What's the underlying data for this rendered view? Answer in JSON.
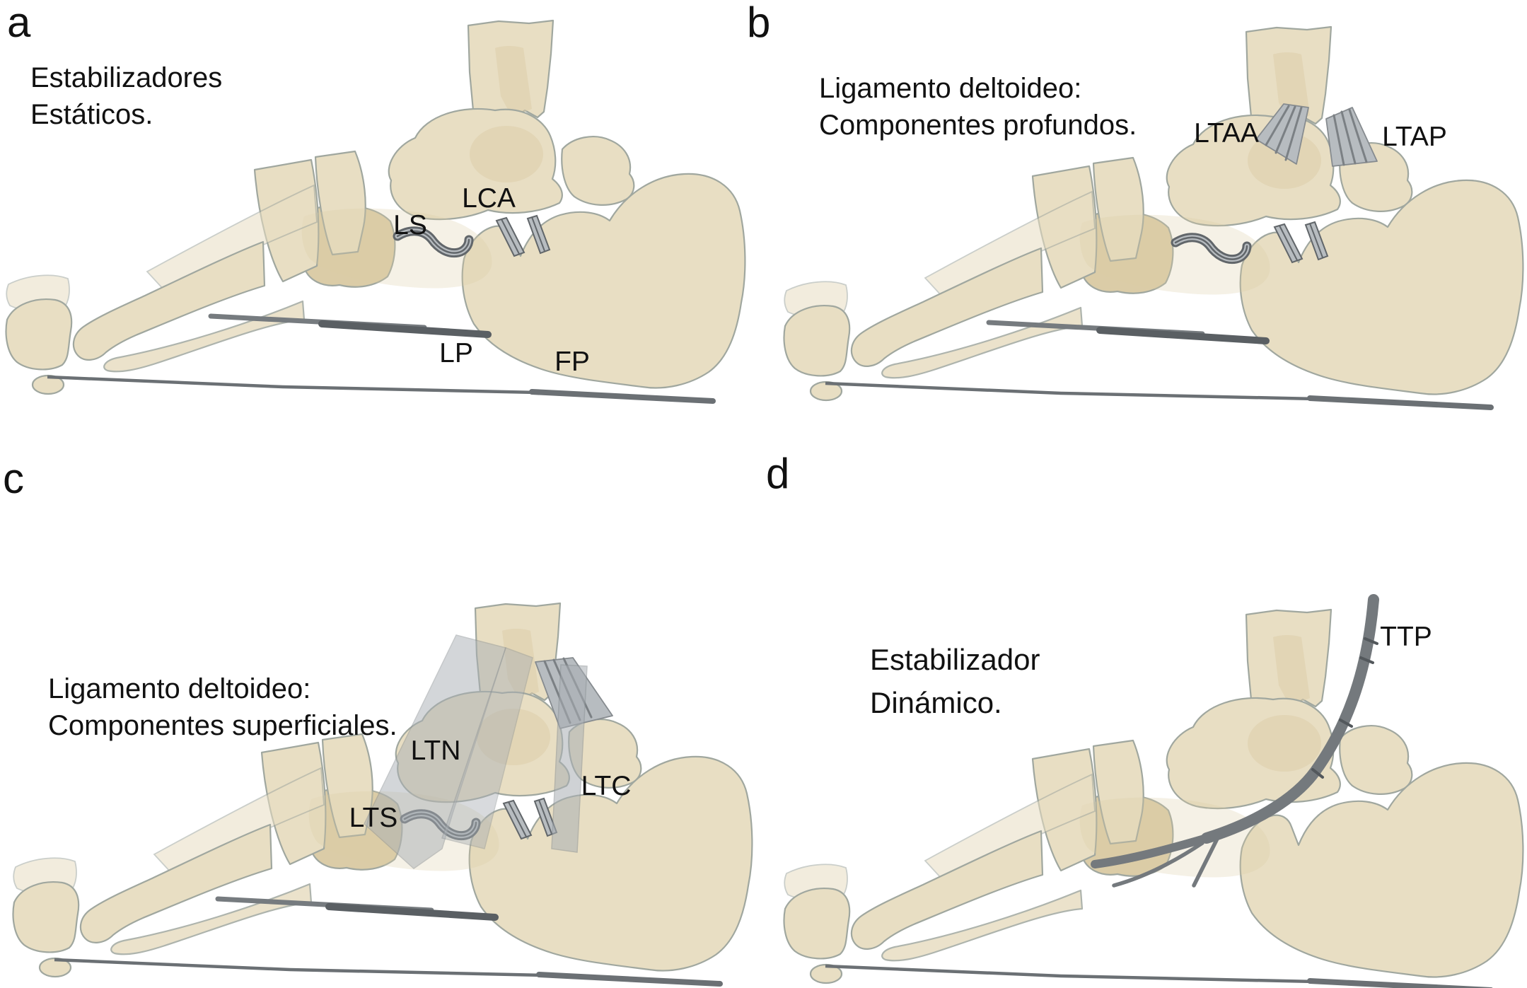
{
  "figure": {
    "type": "anatomical-diagram",
    "subject": "foot-ankle-medial-view",
    "panels": {
      "a": {
        "letter": "a",
        "title_line1": "Estabilizadores",
        "title_line2": "Estáticos.",
        "labels": {
          "LS": "LS",
          "LCA": "LCA",
          "LP": "LP",
          "FP": "FP"
        }
      },
      "b": {
        "letter": "b",
        "title_line1": "Ligamento deltoideo:",
        "title_line2": "Componentes profundos.",
        "labels": {
          "LTAA": "LTAA",
          "LTAP": "LTAP"
        }
      },
      "c": {
        "letter": "c",
        "title_line1": "Ligamento deltoideo:",
        "title_line2": "Componentes superficiales.",
        "labels": {
          "LTN": "LTN",
          "LTS": "LTS",
          "LTC": "LTC"
        }
      },
      "d": {
        "letter": "d",
        "title_line1": "Estabilizador",
        "title_line2": "Dinámico.",
        "labels": {
          "TTP": "TTP"
        }
      }
    },
    "colors": {
      "background": "#ffffff",
      "bone": "#e8dec3",
      "bone_shade": "#dbcca7",
      "bone_outline": "#a0a79f",
      "ligament_dark": "#61666a",
      "ligament_mid": "#74797d",
      "ligament_light": "#b7bcc0",
      "band_translucent": "#a9afb4",
      "text": "#111111"
    }
  }
}
